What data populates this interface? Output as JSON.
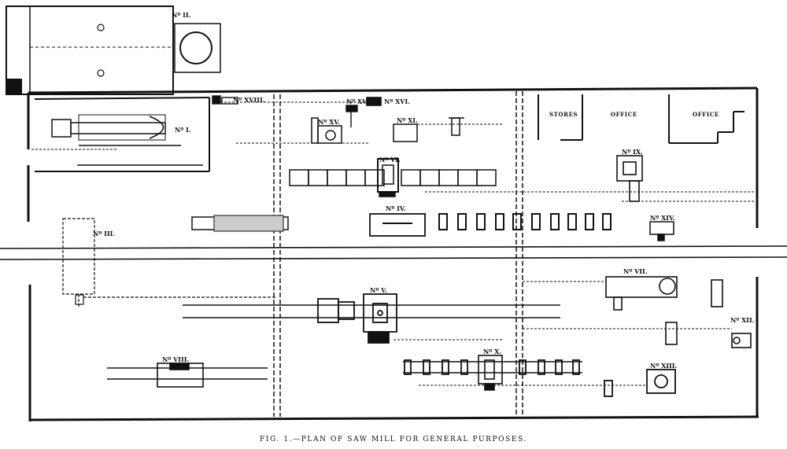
{
  "caption": "FIG. 1.—PLAN OF SAW MILL FOR GENERAL PURPOSES.",
  "rooms": {
    "stores": "STORES",
    "office_1": "OFFICE",
    "office_2": "OFFICE"
  },
  "machines": {
    "no_1": "Nº I.",
    "no_2": "Nº II.",
    "no_3": "Nº III.",
    "no_4": "Nº IV.",
    "no_5": "Nº V.",
    "no_6": "Nº VI.",
    "no_7": "Nº VII.",
    "no_8": "Nº VIII.",
    "no_9": "Nº IX.",
    "no_10": "Nº X.",
    "no_11": "Nº XI.",
    "no_12": "Nº XII.",
    "no_13": "Nº XIII.",
    "no_14": "Nº XIV.",
    "no_15": "Nº XV.",
    "no_16": "Nº XVI.",
    "no_17": "Nº XVII.",
    "no_18": "Nº XVIII."
  },
  "colors": {
    "ink": "#111111",
    "paper": "#ffffff"
  }
}
